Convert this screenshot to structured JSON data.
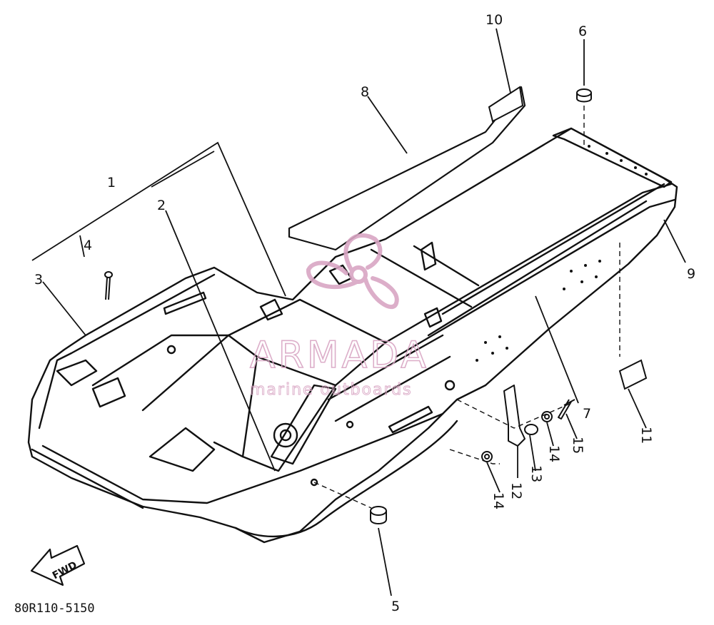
{
  "diagram": {
    "part_code": "80R110-5150",
    "callouts": [
      "1",
      "2",
      "3",
      "4",
      "5",
      "6",
      "7",
      "8",
      "9",
      "10",
      "11",
      "12",
      "13",
      "14",
      "14",
      "15"
    ],
    "forward_arrow_label": "FWD",
    "watermark": {
      "brand": "ARMADA",
      "tagline": "marine outboards",
      "color": "#d9a6c4"
    }
  }
}
